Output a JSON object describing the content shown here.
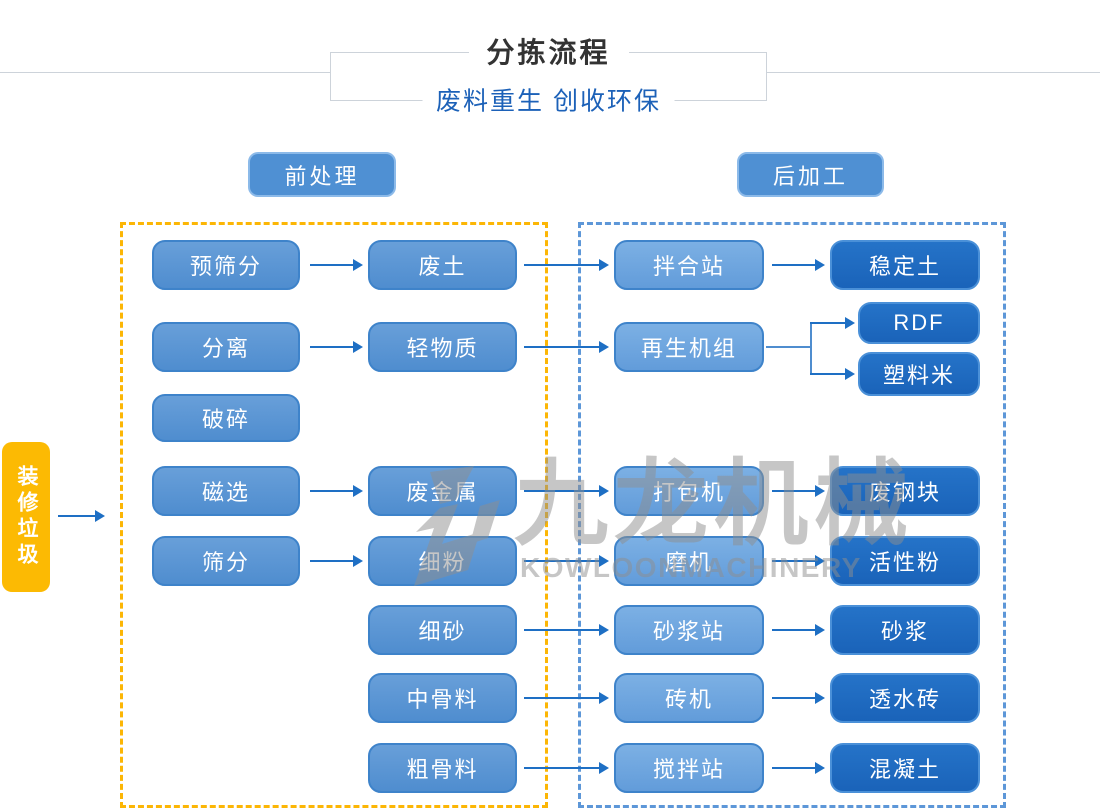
{
  "header": {
    "title": "分拣流程",
    "subtitle": "废料重生 创收环保"
  },
  "sections": {
    "pre": "前处理",
    "post": "后加工"
  },
  "source": {
    "label": "装修垃圾"
  },
  "nodes": {
    "pre_screening": "预筛分",
    "waste_soil": "废土",
    "mixing_plant": "拌合站",
    "stabilized_soil": "稳定土",
    "separation": "分离",
    "light_material": "轻物质",
    "recycling_unit": "再生机组",
    "rdf": "RDF",
    "plastic_pellets": "塑料米",
    "crushing": "破碎",
    "magnetic_separation": "磁选",
    "scrap_metal": "废金属",
    "baler": "打包机",
    "scrap_steel": "废钢块",
    "screening": "筛分",
    "fine_powder": "细粉",
    "mill": "磨机",
    "active_powder": "活性粉",
    "fine_sand": "细砂",
    "mortar_plant": "砂浆站",
    "mortar": "砂浆",
    "medium_aggregate": "中骨料",
    "brick_machine": "砖机",
    "permeable_brick": "透水砖",
    "coarse_aggregate": "粗骨料",
    "batching_plant": "搅拌站",
    "concrete": "混凝土"
  },
  "watermark": {
    "cn": "九龙机械",
    "en": "KOWLOONMACHINERY"
  },
  "colors": {
    "node_mid": "#5793d5",
    "node_light": "#6ea6e0",
    "node_dark": "#1d69be",
    "node_border": "#3e83ca",
    "dark_border": "#4a90d8",
    "dash_yellow": "#fcb605",
    "dash_blue": "#5d97d8",
    "source_yellow": "#fcba03",
    "arrow_blue": "#1e6fc4",
    "subtitle_blue": "#1c61b8",
    "title_gray": "#333333",
    "line_gray": "#cdd3da",
    "watermark_gray": "#8f8f8f"
  }
}
